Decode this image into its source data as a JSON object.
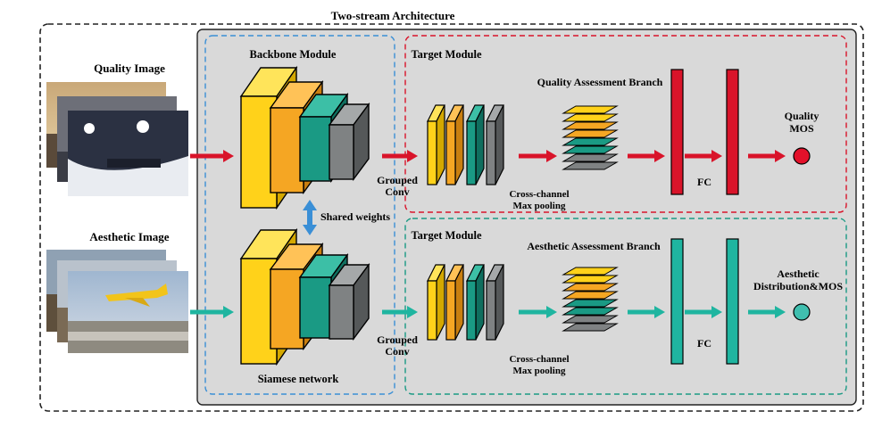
{
  "title": "Two-stream Architecture",
  "inputs": {
    "quality_label": "Quality Image",
    "aesthetic_label": "Aesthetic Image"
  },
  "backbone": {
    "title": "Backbone Module",
    "shared_weights": "Shared weights",
    "siamese": "Siamese network"
  },
  "quality_branch": {
    "module_title": "Target Module",
    "branch_title": "Quality Assessment Branch",
    "grouped_conv": [
      "Grouped",
      "Conv"
    ],
    "pooling": [
      "Cross-channel",
      "Max pooling"
    ],
    "fc": "FC",
    "output": [
      "Quality",
      "MOS"
    ]
  },
  "aesthetic_branch": {
    "module_title": "Target Module",
    "branch_title": "Aesthetic Assessment Branch",
    "grouped_conv": [
      "Grouped",
      "Conv"
    ],
    "pooling": [
      "Cross-channel",
      "Max pooling"
    ],
    "fc": "FC",
    "output": [
      "Aesthetic",
      "Distribution&MOS"
    ]
  },
  "colors": {
    "quality_accent": "#d9142a",
    "aesthetic_accent": "#1fb5a0",
    "backbone_border": "#3a8fd6",
    "panel_bg": "#d9d9d9",
    "yellow": "#ffd21a",
    "orange": "#f5a623",
    "teal": "#1a9a84",
    "gray": "#7f8283"
  }
}
